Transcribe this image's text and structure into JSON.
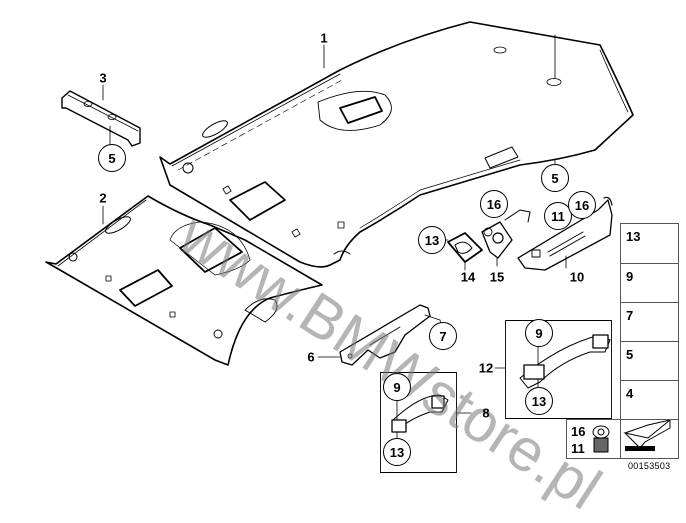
{
  "diagram": {
    "title": "Headliner parts diagram",
    "watermark": "www.BMWstore.pl",
    "drawing_code": "00153503",
    "callouts": {
      "headliner_main": "1",
      "headliner_alt": "2",
      "clip_bracket": "3",
      "clip_bracket_sub": "5",
      "headliner_main_sub": "5",
      "rear_bracket": "10",
      "rear_bracket_sub_a": "11",
      "rear_bracket_sub_b": "16",
      "rear_plate_sub": "16",
      "holder_14": "14",
      "holder_14_sub": "13",
      "holder_15": "15",
      "front_rail": "6",
      "front_rail_sub": "7",
      "grab_handle_front": "8",
      "grab_handle_front_sub_a": "9",
      "grab_handle_front_sub_b": "13",
      "grab_handle_rear": "12",
      "grab_handle_rear_sub_a": "9",
      "grab_handle_rear_sub_b": "13"
    },
    "legend": [
      {
        "number": "13",
        "icon": "screw-icon"
      },
      {
        "number": "9",
        "icon": "pad-icon"
      },
      {
        "number": "7",
        "icon": "hex-screw-icon"
      },
      {
        "number": "5",
        "icon": "expanding-rivet-icon"
      },
      {
        "number": "4",
        "icon": "push-rivet-icon"
      }
    ],
    "legend_bolt": {
      "numbers": [
        "16",
        "11"
      ],
      "icon": "torx-bolt-icon"
    },
    "legend_arrow": {
      "icon": "direction-arrow-icon"
    }
  }
}
